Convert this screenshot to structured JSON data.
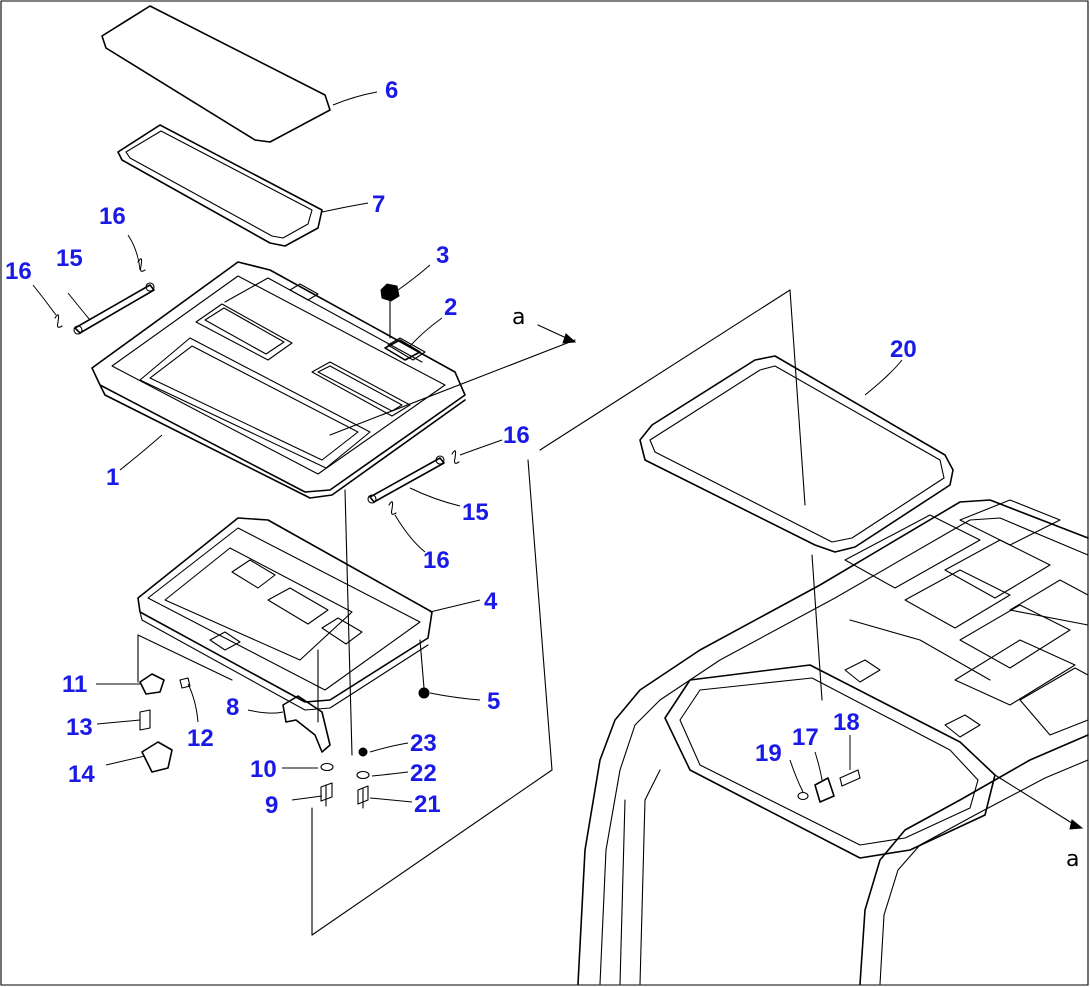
{
  "colors": {
    "callout": "#1a1ae6",
    "linework": "#000000",
    "background": "#ffffff"
  },
  "view_marker": "a",
  "callouts": {
    "c1": "1",
    "c2": "2",
    "c3": "3",
    "c4": "4",
    "c5": "5",
    "c6": "6",
    "c7": "7",
    "c8": "8",
    "c9": "9",
    "c10": "10",
    "c11": "11",
    "c12": "12",
    "c13": "13",
    "c14": "14",
    "c15a": "15",
    "c15b": "15",
    "c16a": "16",
    "c16b": "16",
    "c16c": "16",
    "c16d": "16",
    "c17": "17",
    "c18": "18",
    "c19": "19",
    "c20": "20",
    "c21": "21",
    "c22": "22",
    "c23": "23"
  }
}
